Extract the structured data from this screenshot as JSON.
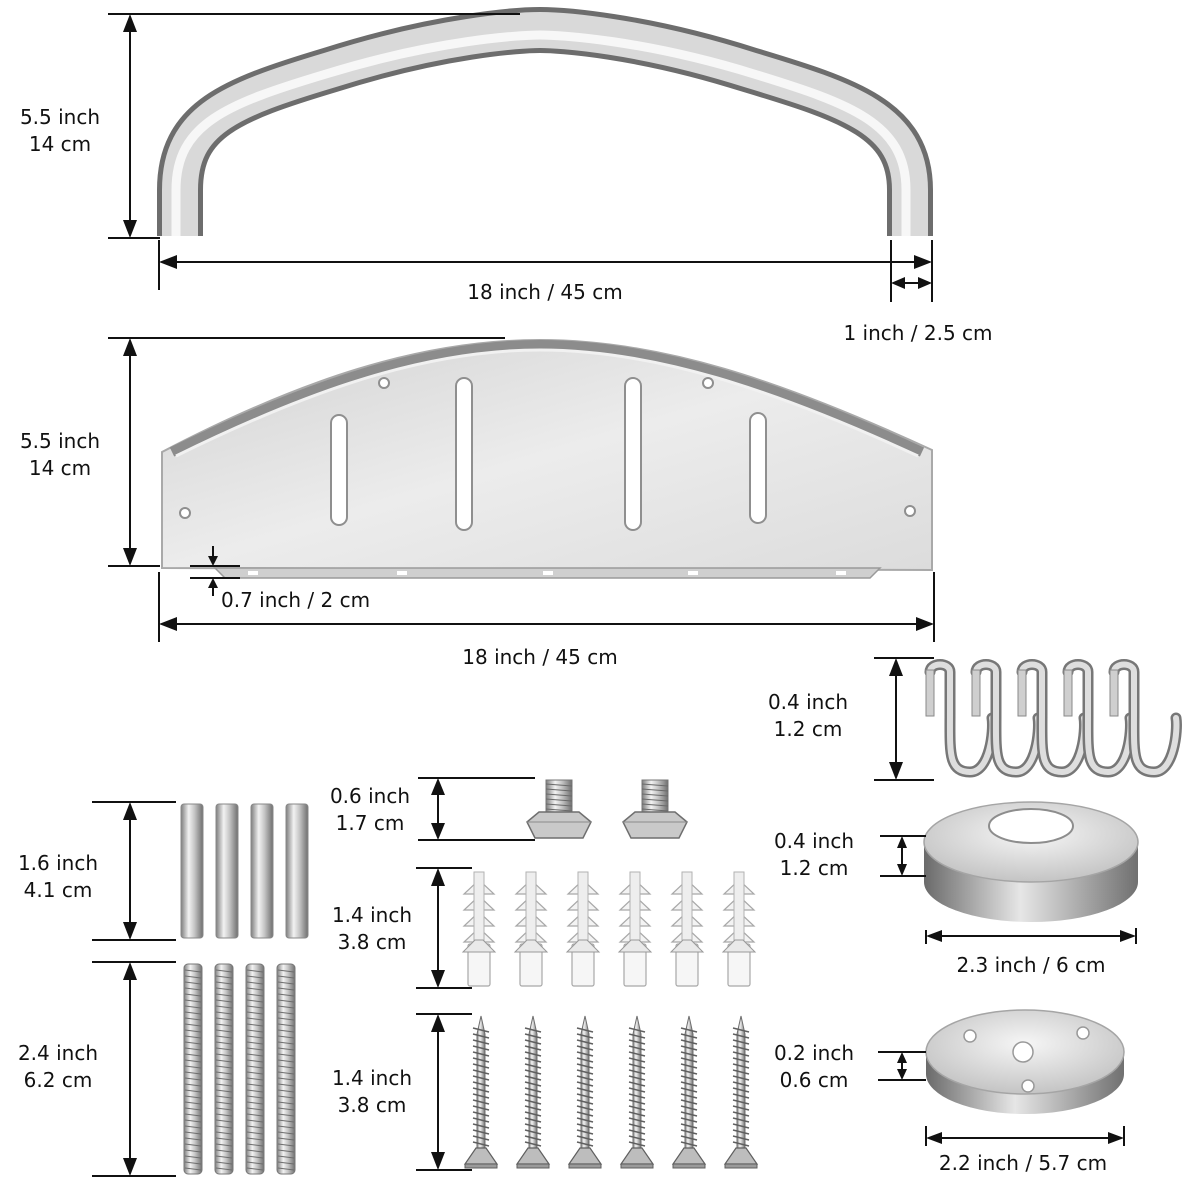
{
  "colors": {
    "metal_light": "#e9e9e9",
    "metal_mid": "#bdbdbd",
    "metal_dark": "#8a8a8a",
    "line": "#111111",
    "text": "#111111",
    "anchor_plastic": "#f4f4f4"
  },
  "handle": {
    "height_inch": "5.5 inch",
    "height_cm": "14 cm",
    "width": "18 inch / 45 cm",
    "tube": "1 inch / 2.5 cm"
  },
  "basket": {
    "height_inch": "5.5 inch",
    "height_cm": "14 cm",
    "lip": "0.7 inch / 2 cm",
    "width": "18 inch / 45 cm"
  },
  "hooks": {
    "size_inch": "0.4 inch",
    "size_cm": "1.2 cm",
    "count": 5
  },
  "flange_cover": {
    "height_inch": "0.4 inch",
    "height_cm": "1.2 cm",
    "diameter": "2.3 inch / 6 cm"
  },
  "base_plate": {
    "height_inch": "0.2 inch",
    "height_cm": "0.6 cm",
    "diameter": "2.2 inch / 5.7 cm"
  },
  "sleeves": {
    "length_inch": "1.6 inch",
    "length_cm": "4.1 cm",
    "count": 4
  },
  "threaded_rods": {
    "length_inch": "2.4 inch",
    "length_cm": "6.2 cm",
    "count": 4
  },
  "bolts": {
    "length_inch": "0.6 inch",
    "length_cm": "1.7 cm",
    "count": 2
  },
  "anchors": {
    "length_inch": "1.4 inch",
    "length_cm": "3.8 cm",
    "count": 6
  },
  "screws": {
    "length_inch": "1.4 inch",
    "length_cm": "3.8 cm",
    "count": 6
  }
}
